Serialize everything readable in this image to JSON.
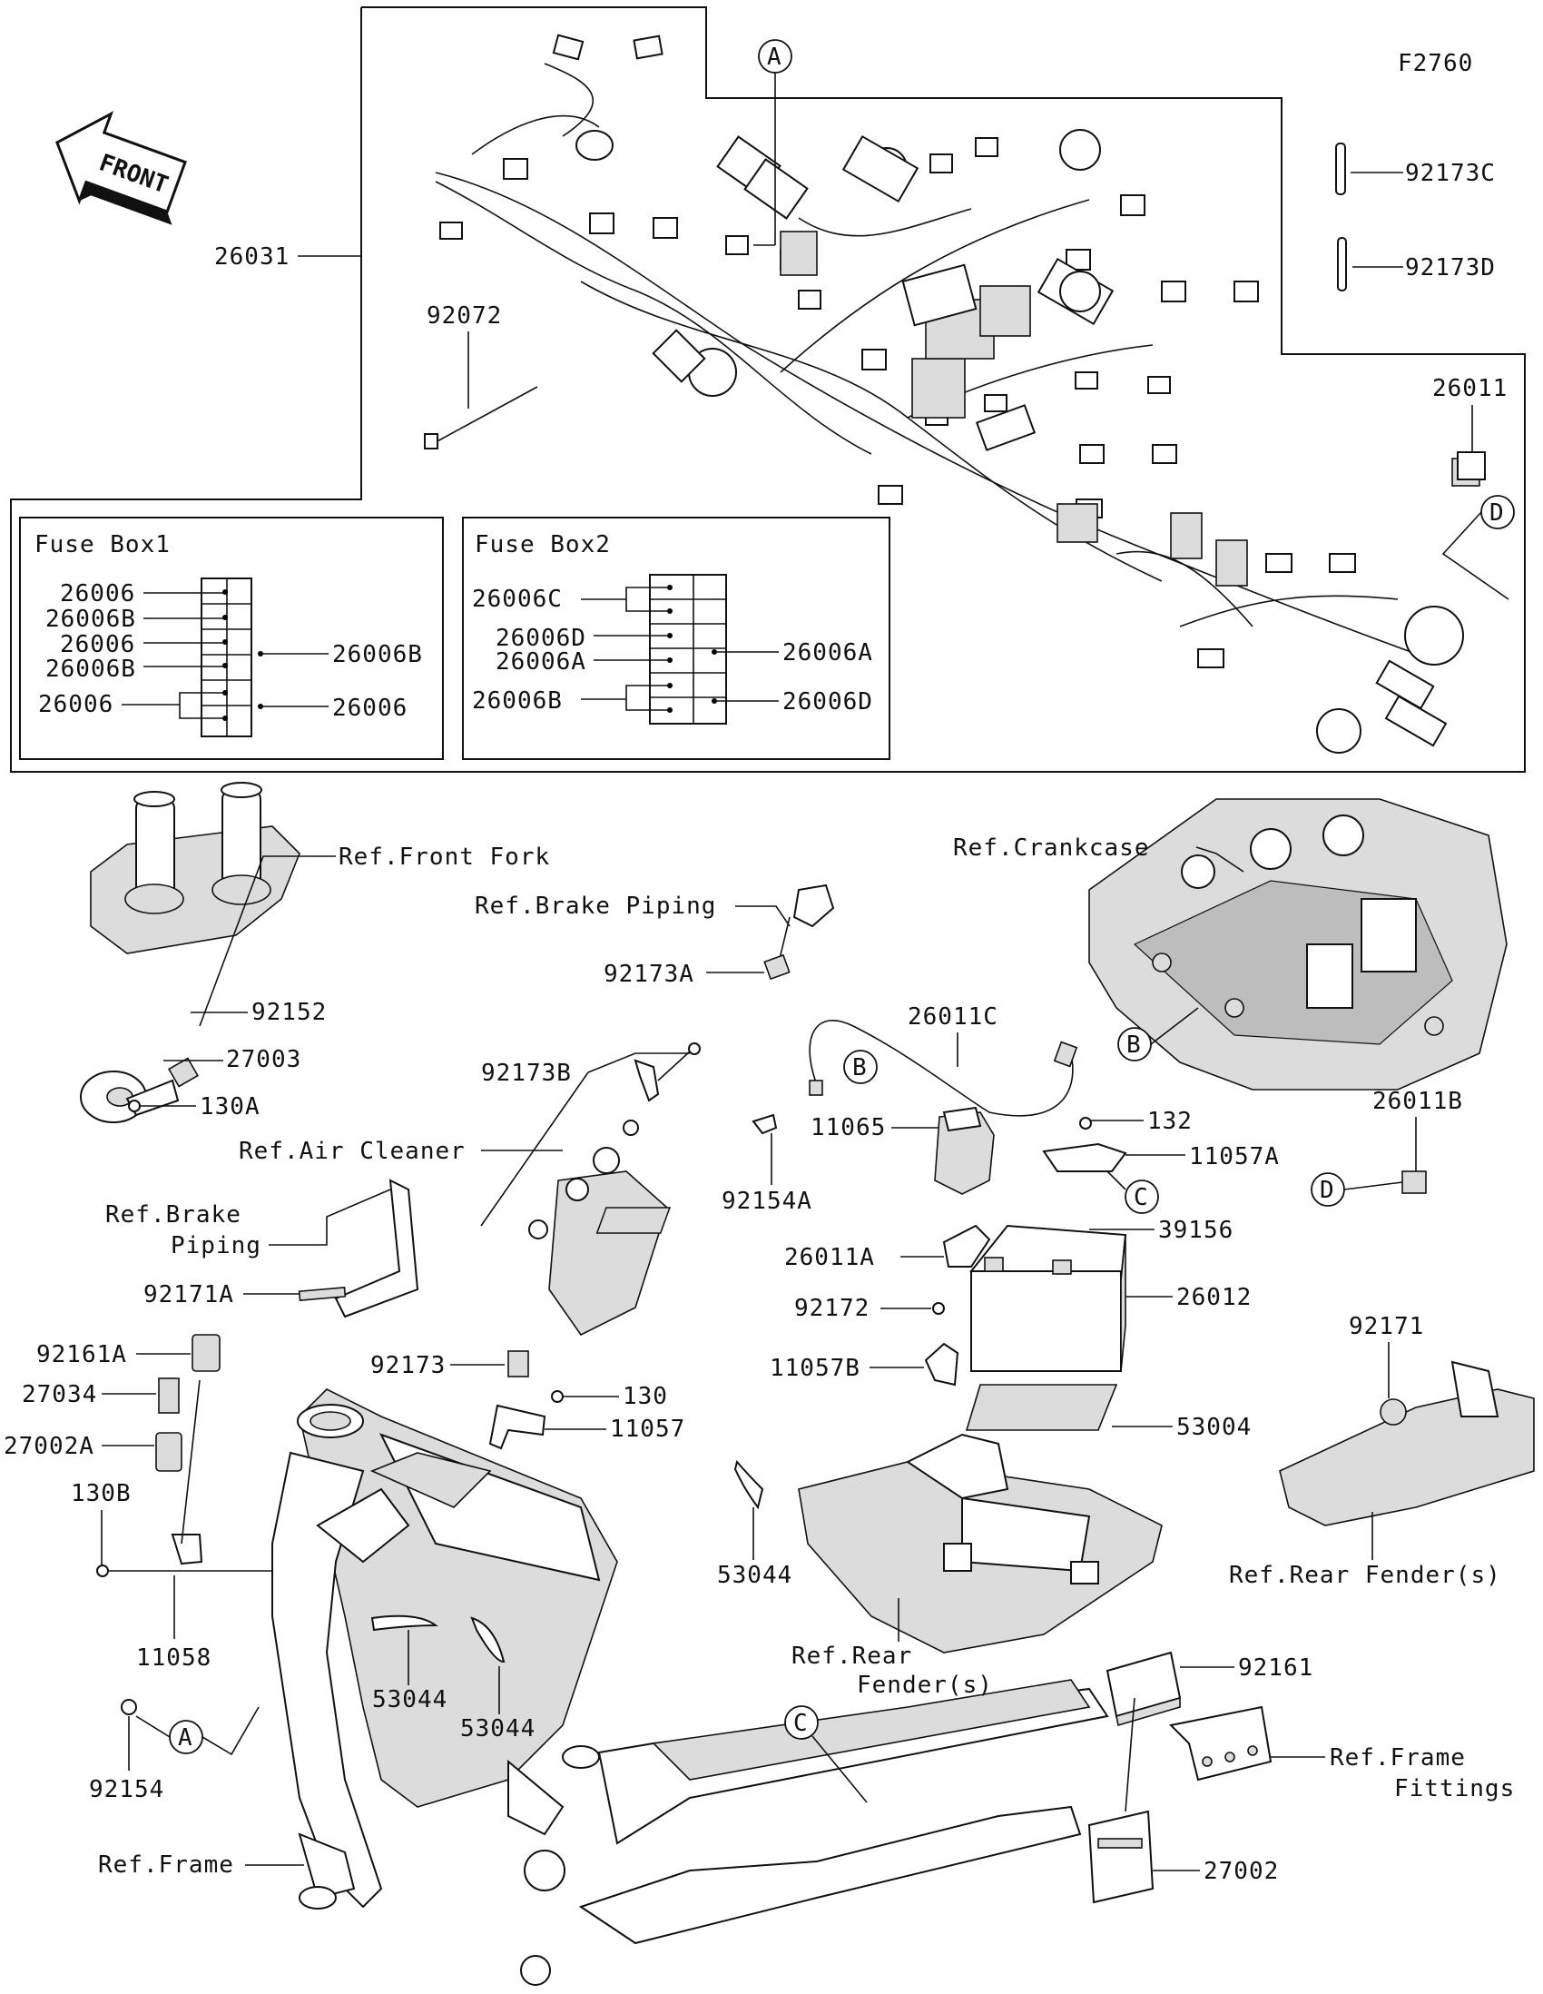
{
  "figure_id": "F2760",
  "front_label": "FRONT",
  "fuse_box1": {
    "title": "Fuse Box1",
    "left_labels": [
      "26006",
      "26006B",
      "26006",
      "26006B",
      "26006"
    ],
    "right_labels": [
      "26006B",
      "26006"
    ]
  },
  "fuse_box2": {
    "title": "Fuse Box2",
    "left_labels": [
      "26006C",
      "26006D",
      "26006A",
      "26006B"
    ],
    "right_labels": [
      "26006A",
      "26006D"
    ]
  },
  "callouts": [
    {
      "id": "A",
      "kind": "harness-ref"
    },
    {
      "id": "A",
      "kind": "frame-ref"
    },
    {
      "id": "B",
      "kind": "cable-ref"
    },
    {
      "id": "B",
      "kind": "crankcase-ref"
    },
    {
      "id": "C",
      "kind": "bracket-ref"
    },
    {
      "id": "C",
      "kind": "frame-ref"
    },
    {
      "id": "D",
      "kind": "harness-ref"
    },
    {
      "id": "D",
      "kind": "relay-ref"
    }
  ],
  "part_labels": {
    "p26031": "26031",
    "p92072": "92072",
    "p92173C": "92173C",
    "p92173D": "92173D",
    "p26011": "26011",
    "ref_front_fork": "Ref.Front Fork",
    "ref_brake_piping_1": "Ref.Brake Piping",
    "p92173A": "92173A",
    "ref_crankcase": "Ref.Crankcase",
    "p92152": "92152",
    "p27003": "27003",
    "p130A": "130A",
    "p92173B": "92173B",
    "ref_air_cleaner": "Ref.Air Cleaner",
    "ref_brake_piping_2a": "Ref.Brake",
    "ref_brake_piping_2b": "Piping",
    "p92171A": "92171A",
    "p26011C": "26011C",
    "p11065": "11065",
    "p92154A": "92154A",
    "p132": "132",
    "p11057A": "11057A",
    "p26011B": "26011B",
    "p39156": "39156",
    "p26011A": "26011A",
    "p26012": "26012",
    "p92172": "92172",
    "p11057B": "11057B",
    "p53004": "53004",
    "p92171": "92171",
    "p92161A": "92161A",
    "p27034": "27034",
    "p27002A": "27002A",
    "p130B": "130B",
    "p11058": "11058",
    "p92173": "92173",
    "p130": "130",
    "p11057": "11057",
    "p53044_a": "53044",
    "p53044_b": "53044",
    "p53044_c": "53044",
    "ref_rear_fender_1a": "Ref.Rear",
    "ref_rear_fender_1b": "Fender(s)",
    "ref_rear_fender_2": "Ref.Rear Fender(s)",
    "p92161": "92161",
    "ref_frame_fittings_a": "Ref.Frame",
    "ref_frame_fittings_b": "Fittings",
    "p92154": "92154",
    "ref_frame": "Ref.Frame",
    "p27002": "27002"
  }
}
